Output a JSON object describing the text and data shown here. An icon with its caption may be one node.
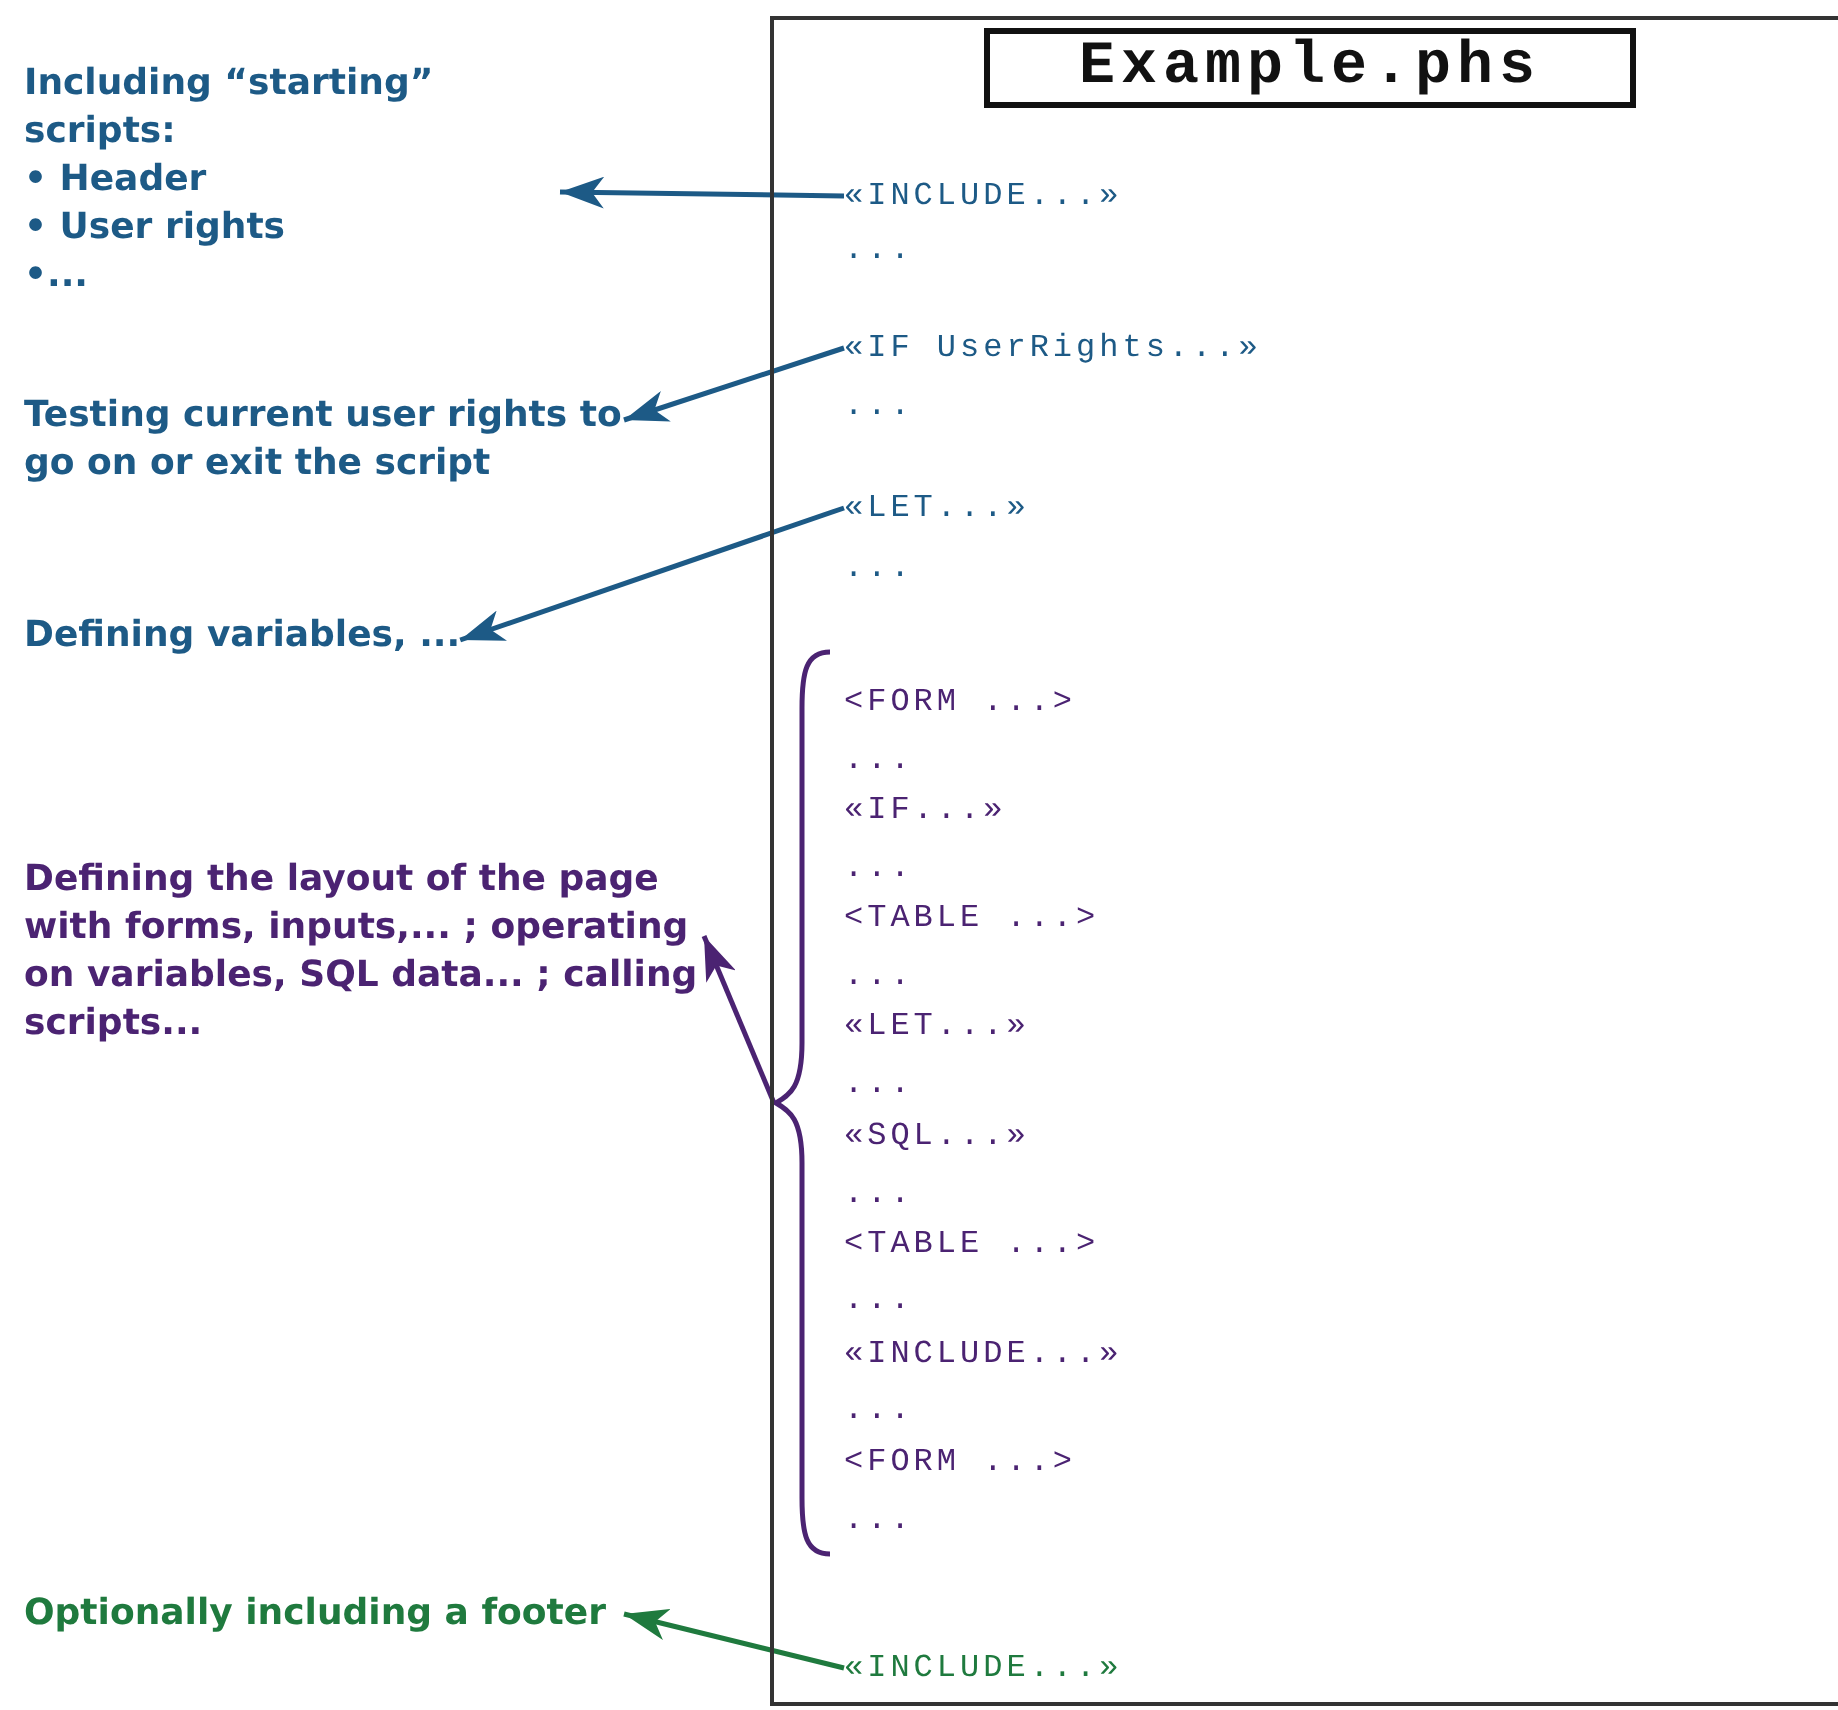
{
  "diagram": {
    "nodes": [
      {
        "text": [
          "Including “starting” scripts:",
          "• Header",
          "• User rights",
          "•..."
        ]
      },
      {
        "text": [
          "Testing current user rights to go on or exit the script"
        ]
      },
      {
        "text": [
          "Defining variables, ..."
        ]
      },
      {
        "text": [
          "Defining the layout of the page with forms, inputs,... ; operating on variables, SQL data... ; calling scripts..."
        ]
      },
      {
        "text": [
          "Optionally including a footer"
        ]
      },
      {
        "text": [
          "Example.phs"
        ]
      },
      {
        "text": [
          "«INCLUDE...»"
        ],
        "in": 5
      },
      {
        "text": [
          "..."
        ],
        "in": 5
      },
      {
        "text": [
          "«IF UserRights...»"
        ],
        "in": 5
      },
      {
        "text": [
          "..."
        ],
        "in": 5
      },
      {
        "text": [
          "«LET...»"
        ],
        "in": 5
      },
      {
        "text": [
          "..."
        ],
        "in": 5
      },
      {
        "text": [],
        "shape": "brace",
        "in": 5
      },
      {
        "text": [
          "<FORM ...>"
        ],
        "in": 5
      },
      {
        "text": [
          "..."
        ],
        "in": 5
      },
      {
        "text": [
          "«IF...»"
        ],
        "in": 5
      },
      {
        "text": [
          "..."
        ],
        "in": 5
      },
      {
        "text": [
          "<TABLE ...>"
        ],
        "in": 5
      },
      {
        "text": [
          "..."
        ],
        "in": 5
      },
      {
        "text": [
          "«LET...»"
        ],
        "in": 5
      },
      {
        "text": [
          "..."
        ],
        "in": 5
      },
      {
        "text": [
          "«SQL...»"
        ],
        "in": 5
      },
      {
        "text": [
          "..."
        ],
        "in": 5
      },
      {
        "text": [
          "<TABLE ...>"
        ],
        "in": 5
      },
      {
        "text": [
          "..."
        ],
        "in": 5
      },
      {
        "text": [
          "«INCLUDE...»"
        ],
        "in": 5
      },
      {
        "text": [
          "..."
        ],
        "in": 5
      },
      {
        "text": [
          "<FORM ...>"
        ],
        "in": 5
      },
      {
        "text": [
          "..."
        ],
        "in": 5
      },
      {
        "text": [
          "«INCLUDE...»"
        ],
        "in": 5
      }
    ],
    "edges": [
      {
        "from": 6,
        "to": 0,
        "arrow": "to"
      },
      {
        "from": 8,
        "to": 1,
        "arrow": "to"
      },
      {
        "from": 10,
        "to": 2,
        "arrow": "to"
      },
      {
        "from": 12,
        "to": 3,
        "arrow": "to",
        "color": "#4b2372"
      },
      {
        "from": 29,
        "to": 4,
        "arrow": "to",
        "color": "#1f7a3e"
      }
    ]
  }
}
